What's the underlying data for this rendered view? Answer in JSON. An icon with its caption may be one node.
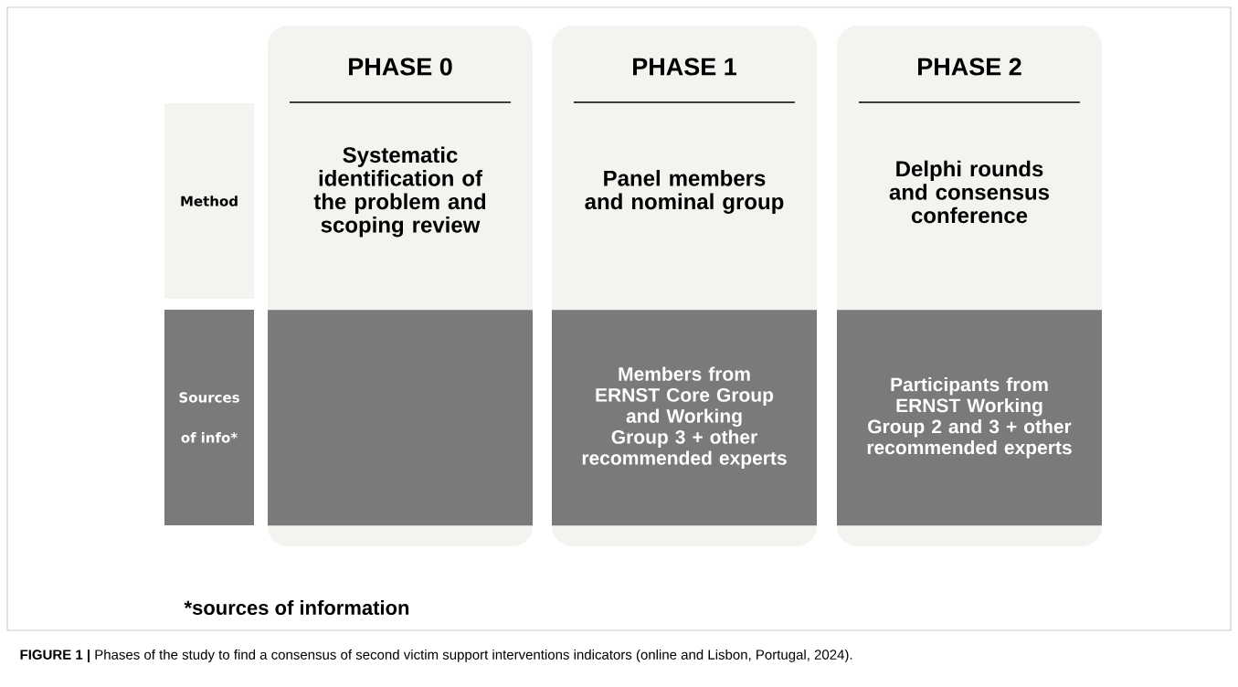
{
  "diagram": {
    "caption": "**FIGURE 1 |** Phases of the study to find a consensus of second victim support interventions indicators (online and Lisbon, Portugal, 2024).",
    "nodes": [
      {
        "text": [
          "Method"
        ]
      },
      {
        "text": [
          "Sources of info*"
        ]
      },
      {
        "text": [
          "PHASE 0",
          "Systematic identification of the problem and scoping review"
        ]
      },
      {
        "text": [],
        "shape": "box",
        "in": 2
      },
      {
        "text": [
          "PHASE 1",
          "Panel members and nominal group"
        ]
      },
      {
        "text": [
          "Members from ERNST Core Group and Working Group 3 + other recommended experts"
        ],
        "in": 4
      },
      {
        "text": [
          "PHASE 2",
          "Delphi rounds and consensus conference"
        ]
      },
      {
        "text": [
          "Participants from ERNST Working Group 2 and 3 + other recommended experts"
        ],
        "in": 6
      }
    ],
    "labels": [
      "*sources of information"
    ]
  }
}
